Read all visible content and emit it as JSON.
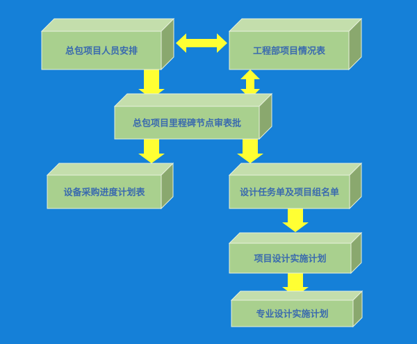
{
  "boxes": [
    {
      "id": "staffing",
      "label": "总包项目人员安排"
    },
    {
      "id": "dept-status",
      "label": "工程部项目情况表"
    },
    {
      "id": "milestone-approval",
      "label": "总包项目里程碑节点审表批"
    },
    {
      "id": "procurement-schedule",
      "label": "设备采购进度计划表"
    },
    {
      "id": "design-task-list",
      "label": "设计任务单及项目组名单"
    },
    {
      "id": "design-implementation",
      "label": "项目设计实施计划"
    },
    {
      "id": "discipline-design-plan",
      "label": "专业设计实施计划"
    }
  ],
  "colors": {
    "background": "#1580d8",
    "front": "#a9d08e",
    "top": "#c4deac",
    "side": "#8aa86e",
    "arrow": "#ffff33",
    "text": "#3a6aae"
  }
}
